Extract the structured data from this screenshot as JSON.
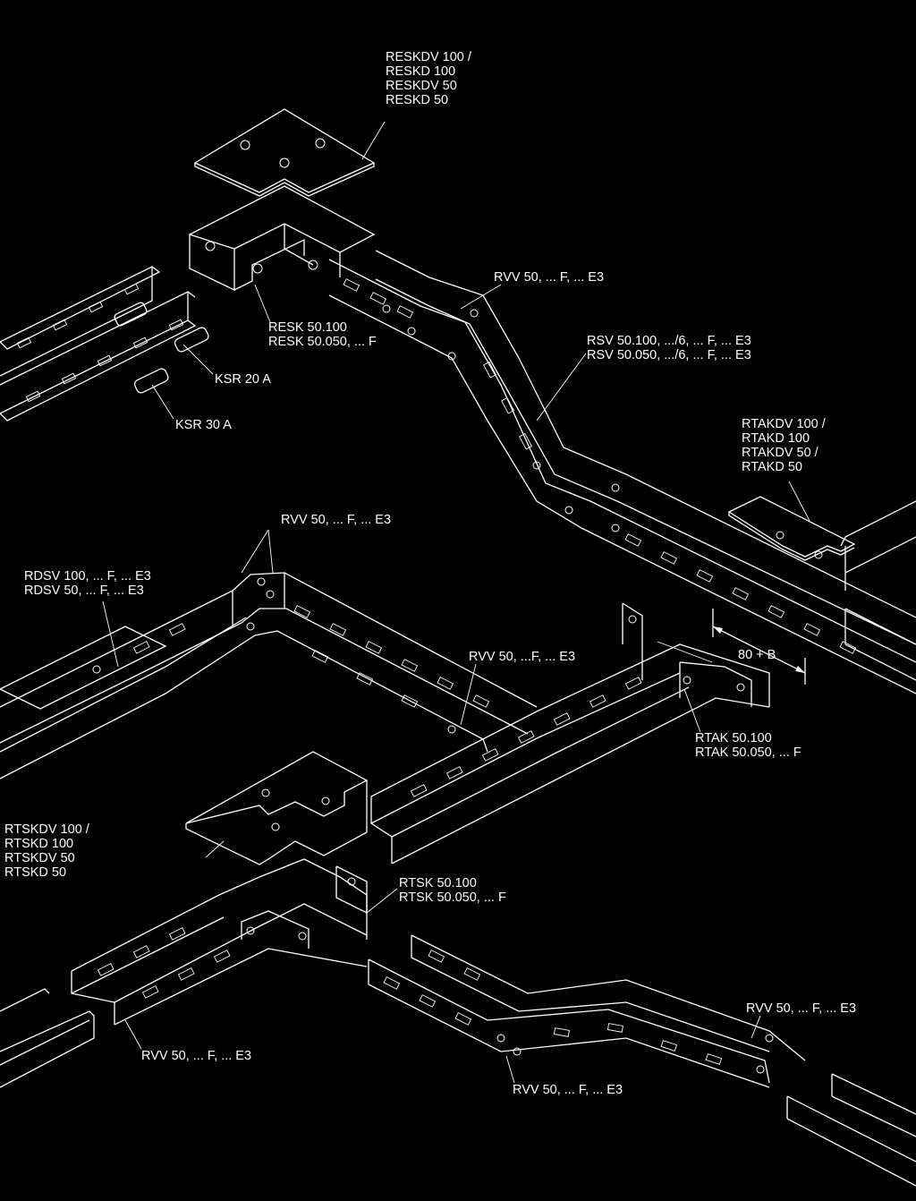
{
  "diagram": {
    "labels": {
      "reskdv": [
        "RESKDV 100 /",
        "RESKD 100",
        "RESKDV 50",
        "RESKD 50"
      ],
      "resk": [
        "RESK 50.100",
        "RESK 50.050, ... F"
      ],
      "rvv_top": "RVV 50, ... F, ... E3",
      "rsv": [
        "RSV 50.100, .../6, ... F, ... E3",
        "RSV 50.050, .../6, ... F, ... E3"
      ],
      "ksr20": "KSR 20 A",
      "ksr30": "KSR 30 A",
      "rtakdv": [
        "RTAKDV 100 /",
        "RTAKD 100",
        "RTAKDV 50 /",
        "RTAKD 50"
      ],
      "rvv_mid": "RVV 50, ... F, ... E3",
      "rdsv": [
        "RDSV 100, ... F, ... E3",
        "RDSV 50, ... F, ... E3"
      ],
      "rvv_center": "RVV 50, ...F, ... E3",
      "dim_80b": "80 + B",
      "rtak": [
        "RTAK 50.100",
        "RTAK 50.050, ... F"
      ],
      "rtskdv": [
        "RTSKDV 100 /",
        "RTSKD 100",
        "RTSKDV 50",
        "RTSKD 50"
      ],
      "rtsk": [
        "RTSK 50.100",
        "RTSK 50.050, ... F"
      ],
      "rvv_right_low": "RVV 50, ... F, ... E3",
      "rvv_bottom_left": "RVV 50, ... F, ... E3",
      "rvv_bottom_mid": "RVV 50, ... F, ... E3"
    },
    "colors": {
      "background": "#000000",
      "line": "#ffffff"
    }
  }
}
